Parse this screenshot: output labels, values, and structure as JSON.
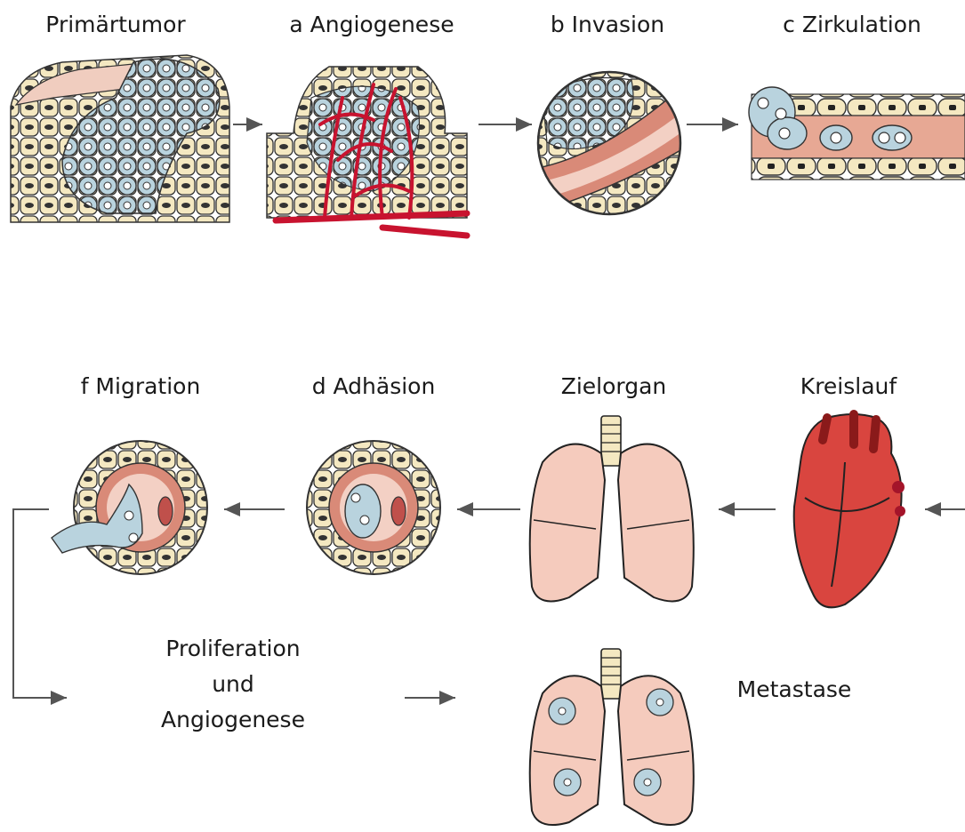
{
  "labels": {
    "primary_tumor": "Primärtumor",
    "angiogenesis": "a Angiogenese",
    "invasion": "b Invasion",
    "circulation": "c Zirkulation",
    "migration": "f Migration",
    "adhesion": "d Adhäsion",
    "target_organ": "Zielorgan",
    "bloodstream": "Kreislauf",
    "proliferation_lines": [
      "Proliferation",
      "und",
      "Angiogenese"
    ],
    "metastasis": "Metastase"
  },
  "colors": {
    "cell_fill": "#f4e8c1",
    "tumor_cell_fill": "#b9d3de",
    "vessel_red": "#c8132f",
    "vessel_wall": "#d98a78",
    "vessel_lumen": "#f3d0c4",
    "lung_fill": "#f5cbbd",
    "heart_fill": "#d9453f",
    "outline": "#2a2a2a",
    "arrow": "#555555"
  },
  "icons": [
    "primary-tumor-illustration",
    "angiogenesis-illustration",
    "invasion-illustration",
    "circulation-illustration",
    "heart-icon",
    "lungs-icon",
    "adhesion-illustration",
    "migration-illustration",
    "metastasis-lungs-icon"
  ]
}
